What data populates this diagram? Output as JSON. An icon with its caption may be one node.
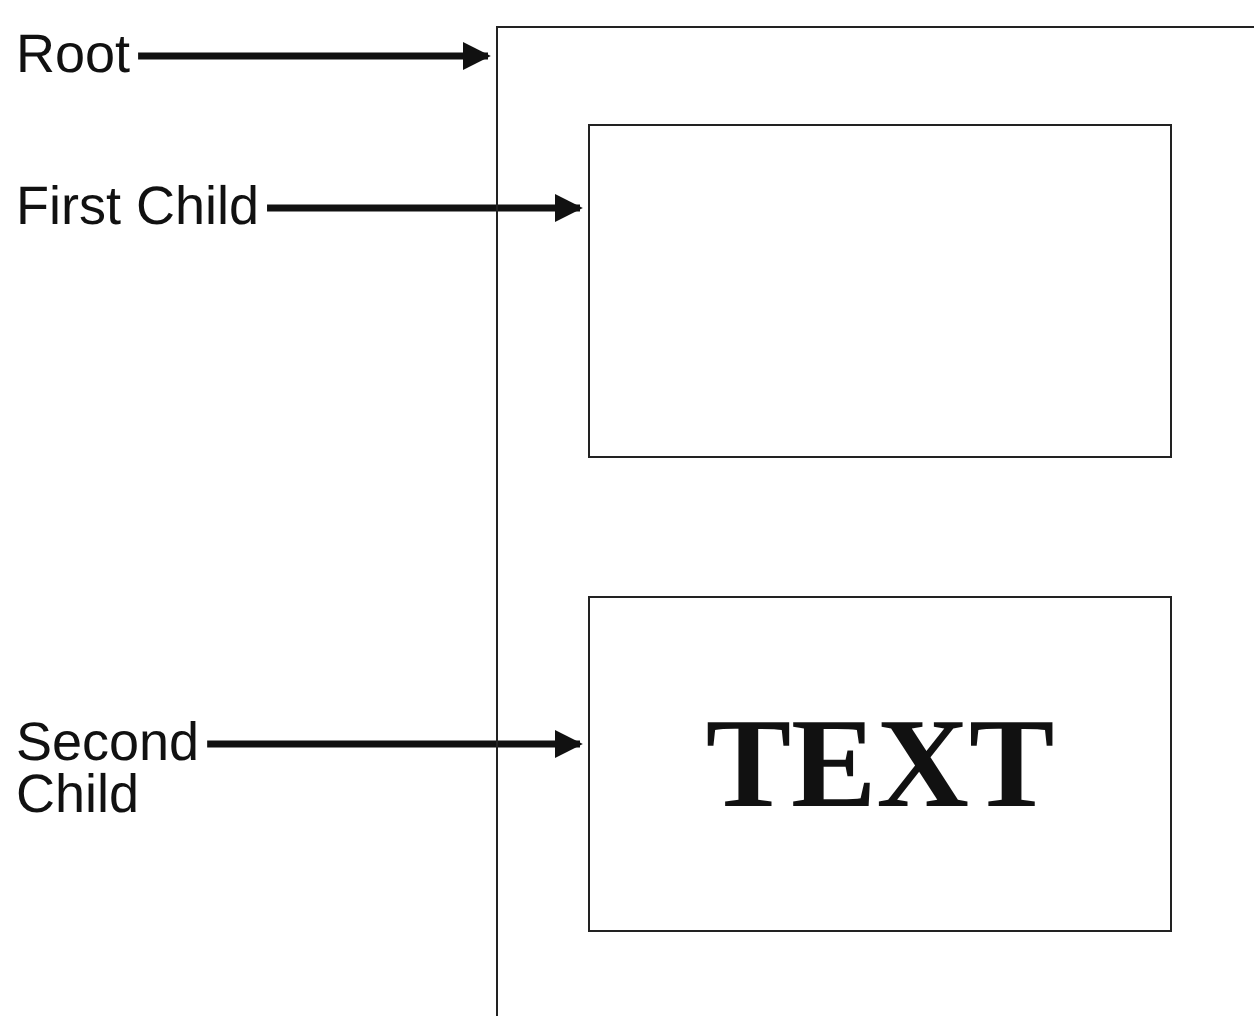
{
  "diagram": {
    "nodes": [
      {
        "text": [
          "Root"
        ]
      },
      {
        "text": [],
        "shape": "box"
      },
      {
        "text": [
          "First Child"
        ]
      },
      {
        "text": [],
        "shape": "box",
        "in": 1
      },
      {
        "text": [
          "Second Child"
        ]
      },
      {
        "text": [
          "TEXT"
        ],
        "in": 1
      }
    ],
    "edges": [
      {
        "from": 0,
        "to": 1,
        "arrow": "to"
      },
      {
        "from": 2,
        "to": 3,
        "arrow": "to"
      },
      {
        "from": 4,
        "to": 5,
        "arrow": "to"
      }
    ]
  }
}
